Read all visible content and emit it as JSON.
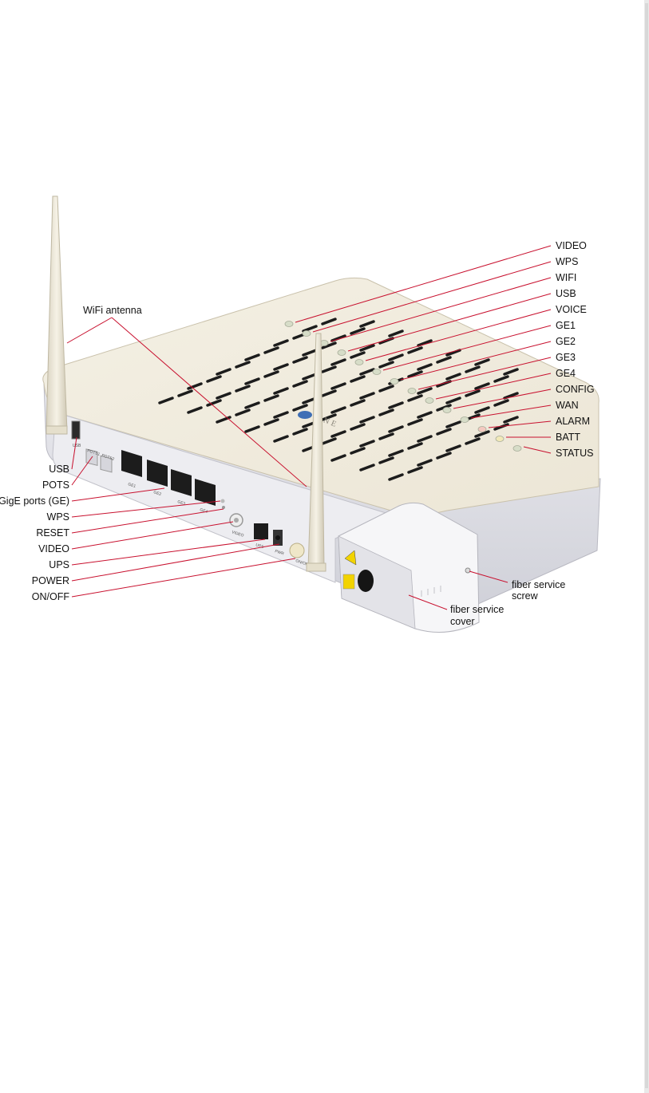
{
  "figure": {
    "antenna_label": "WiFi antenna",
    "led_labels": [
      "VIDEO",
      "WPS",
      "WIFI",
      "USB",
      "VOICE",
      "GE1",
      "GE2",
      "GE3",
      "GE4",
      "CONFIG",
      "WAN",
      "ALARM",
      "BATT",
      "STATUS"
    ],
    "rear_labels": [
      "USB",
      "POTS",
      "GigE ports (GE)",
      "WPS",
      "RESET",
      "VIDEO",
      "UPS",
      "POWER",
      "ON/OFF"
    ],
    "fiber_screw_label": [
      "fiber service",
      "screw"
    ],
    "fiber_cover_label": [
      "fiber service",
      "cover"
    ],
    "port_silk": [
      "USB",
      "POTS1",
      "POTS2",
      "GE1",
      "GE2",
      "GE3",
      "GE4",
      "VIDEO",
      "UPS",
      "PWR",
      "ON/OFF"
    ],
    "logo_text": "ONE",
    "colors": {
      "leader": "#c8102e",
      "housing": "#f1ecdf",
      "port": "#1c1c1c"
    }
  }
}
